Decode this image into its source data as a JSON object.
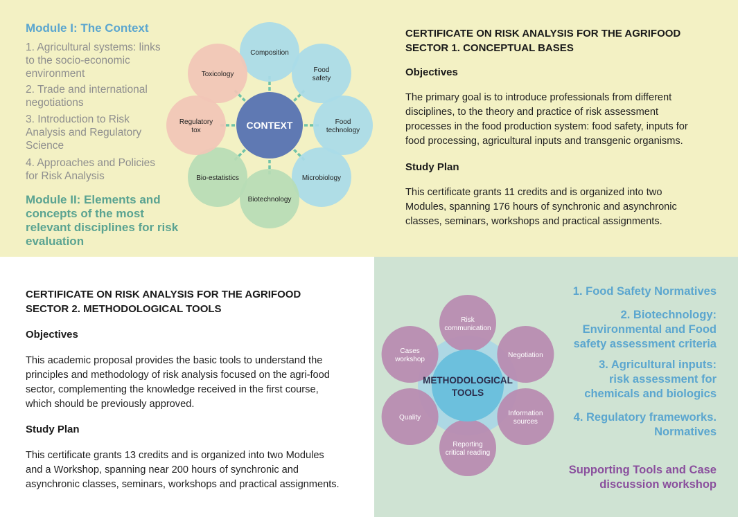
{
  "top": {
    "module1": {
      "title": "Module I: The Context",
      "items": [
        [
          "1. Agricultural systems: links",
          "to the socio-economic",
          "environment"
        ],
        [
          "2. Trade and international",
          "negotiations"
        ],
        [
          "3. Introduction to Risk",
          "Analysis and Regulatory",
          "Science"
        ],
        [
          "4. Approaches and Policies",
          "for Risk Analysis"
        ]
      ]
    },
    "module2": {
      "title_lines": [
        "Module II: Elements and",
        "concepts of the most",
        "relevant disciplines for risk",
        "evaluation"
      ]
    },
    "diagram": {
      "center": "CONTEXT",
      "nodes": [
        {
          "lines": [
            "Composition"
          ],
          "color": "#a9dbe8"
        },
        {
          "lines": [
            "Food",
            "safety"
          ],
          "color": "#a9dbe8"
        },
        {
          "lines": [
            "Food",
            "technology"
          ],
          "color": "#a9dbe8"
        },
        {
          "lines": [
            "Microbiology"
          ],
          "color": "#a9dbe8"
        },
        {
          "lines": [
            "Biotechnology"
          ],
          "color": "#b7dcb5"
        },
        {
          "lines": [
            "Bio-estatistics"
          ],
          "color": "#b7dcb5"
        },
        {
          "lines": [
            "Regulatory",
            "tox"
          ],
          "color": "#f2c5b6"
        },
        {
          "lines": [
            "Toxicology"
          ],
          "color": "#f2c5b6"
        }
      ],
      "center_color": "#5f79b3",
      "connector_color": "#6fc3a8"
    },
    "certificate": {
      "title_lines": [
        "CERTIFICATE ON RISK ANALYSIS FOR THE AGRIFOOD",
        "SECTOR 1. CONCEPTUAL BASES"
      ],
      "objectives_label": "Objectives",
      "objectives_lines": [
        "The primary goal is to introduce professionals from different",
        "disciplines, to the theory and practice of risk assessment",
        "processes in the food production system: food safety, inputs for",
        "food processing, agricultural inputs and transgenic organisms."
      ],
      "plan_label": "Study Plan",
      "plan_lines": [
        "This certificate grants 11 credits and is organized into two",
        "Modules, spanning 176 hours of synchronic and asynchronic",
        "classes, seminars, workshops and practical assignments."
      ]
    }
  },
  "bottom": {
    "certificate": {
      "title_lines": [
        "CERTIFICATE ON RISK ANALYSIS FOR THE AGRIFOOD",
        "SECTOR 2. METHODOLOGICAL TOOLS"
      ],
      "objectives_label": "Objectives",
      "objectives_lines": [
        "This academic proposal provides the basic tools to understand the",
        "principles and methodology of risk analysis focused on the agri-food",
        "sector, complementing the knowledge received in the first course,",
        "which should be previously approved."
      ],
      "plan_label": "Study Plan",
      "plan_lines": [
        "This certificate grants 13 credits and is organized into two Modules",
        "and a Workshop, spanning near 200 hours of synchronic and",
        "asynchronic classes, seminars, workshops and practical assignments."
      ]
    },
    "diagram": {
      "center_lines": [
        "METHODOLOGICAL",
        "TOOLS"
      ],
      "nodes": [
        {
          "lines": [
            "Risk",
            "communication"
          ]
        },
        {
          "lines": [
            "Negotiation"
          ]
        },
        {
          "lines": [
            "Information",
            "sources"
          ]
        },
        {
          "lines": [
            "Reporting",
            "critical reading"
          ]
        },
        {
          "lines": [
            "Quality"
          ]
        },
        {
          "lines": [
            "Cases",
            "workshop"
          ]
        }
      ],
      "node_color": "#b98ab0",
      "halo_color": "#a9d6e6",
      "center_color": "#6cc0dd"
    },
    "list": {
      "items": [
        [
          "1. Food Safety Normatives"
        ],
        [
          "2. Biotechnology:",
          "Environmental and Food",
          "safety assessment criteria"
        ],
        [
          "3. Agricultural inputs:",
          "risk assessment for",
          "chemicals and biologics"
        ],
        [
          "4. Regulatory frameworks.",
          "Normatives"
        ]
      ],
      "supporting_lines": [
        "Supporting Tools and Case",
        "discussion workshop"
      ]
    }
  }
}
